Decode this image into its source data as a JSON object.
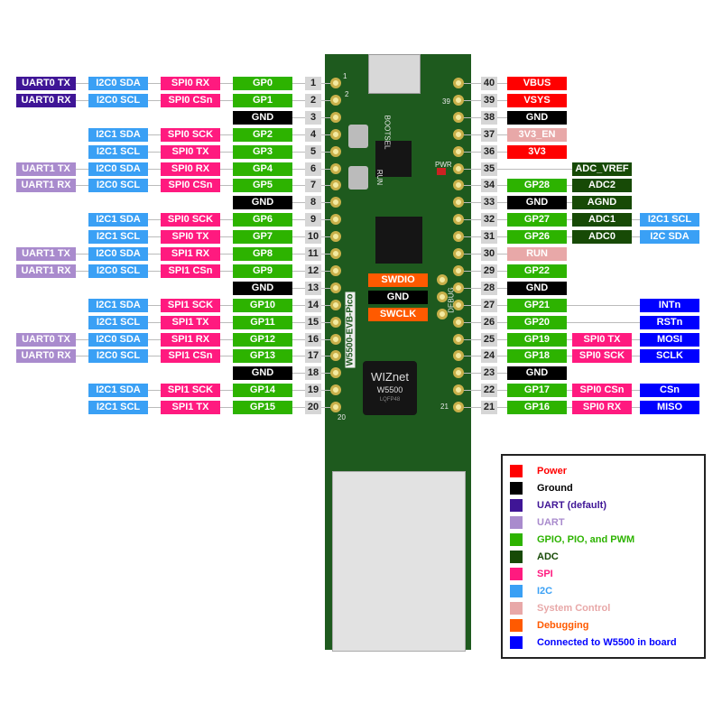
{
  "colors": {
    "power": "#ff0000",
    "ground": "#000000",
    "uart_default": "#3f1596",
    "uart": "#a98bcd",
    "gpio": "#2db300",
    "adc": "#174a06",
    "spi": "#ff1a7f",
    "i2c": "#3aa0f5",
    "system": "#e8a8a8",
    "debug": "#ff5a00",
    "w5500": "#0000ff"
  },
  "left_pins": [
    {
      "num": "1",
      "cells": [
        [
          "UART0 TX",
          "uart_default"
        ],
        [
          "I2C0 SDA",
          "i2c"
        ],
        [
          "SPI0 RX",
          "spi"
        ],
        [
          "GP0",
          "gpio"
        ]
      ]
    },
    {
      "num": "2",
      "cells": [
        [
          "UART0 RX",
          "uart_default"
        ],
        [
          "I2C0 SCL",
          "i2c"
        ],
        [
          "SPI0 CSn",
          "spi"
        ],
        [
          "GP1",
          "gpio"
        ]
      ]
    },
    {
      "num": "3",
      "cells": [
        null,
        null,
        null,
        [
          "GND",
          "ground"
        ]
      ]
    },
    {
      "num": "4",
      "cells": [
        null,
        [
          "I2C1 SDA",
          "i2c"
        ],
        [
          "SPI0 SCK",
          "spi"
        ],
        [
          "GP2",
          "gpio"
        ]
      ]
    },
    {
      "num": "5",
      "cells": [
        null,
        [
          "I2C1 SCL",
          "i2c"
        ],
        [
          "SPI0 TX",
          "spi"
        ],
        [
          "GP3",
          "gpio"
        ]
      ]
    },
    {
      "num": "6",
      "cells": [
        [
          "UART1 TX",
          "uart"
        ],
        [
          "I2C0 SDA",
          "i2c"
        ],
        [
          "SPI0 RX",
          "spi"
        ],
        [
          "GP4",
          "gpio"
        ]
      ]
    },
    {
      "num": "7",
      "cells": [
        [
          "UART1 RX",
          "uart"
        ],
        [
          "I2C0 SCL",
          "i2c"
        ],
        [
          "SPI0 CSn",
          "spi"
        ],
        [
          "GP5",
          "gpio"
        ]
      ]
    },
    {
      "num": "8",
      "cells": [
        null,
        null,
        null,
        [
          "GND",
          "ground"
        ]
      ]
    },
    {
      "num": "9",
      "cells": [
        null,
        [
          "I2C1 SDA",
          "i2c"
        ],
        [
          "SPI0 SCK",
          "spi"
        ],
        [
          "GP6",
          "gpio"
        ]
      ]
    },
    {
      "num": "10",
      "cells": [
        null,
        [
          "I2C1 SCL",
          "i2c"
        ],
        [
          "SPI0 TX",
          "spi"
        ],
        [
          "GP7",
          "gpio"
        ]
      ]
    },
    {
      "num": "11",
      "cells": [
        [
          "UART1 TX",
          "uart"
        ],
        [
          "I2C0 SDA",
          "i2c"
        ],
        [
          "SPI1 RX",
          "spi"
        ],
        [
          "GP8",
          "gpio"
        ]
      ]
    },
    {
      "num": "12",
      "cells": [
        [
          "UART1 RX",
          "uart"
        ],
        [
          "I2C0 SCL",
          "i2c"
        ],
        [
          "SPI1 CSn",
          "spi"
        ],
        [
          "GP9",
          "gpio"
        ]
      ]
    },
    {
      "num": "13",
      "cells": [
        null,
        null,
        null,
        [
          "GND",
          "ground"
        ]
      ]
    },
    {
      "num": "14",
      "cells": [
        null,
        [
          "I2C1 SDA",
          "i2c"
        ],
        [
          "SPI1 SCK",
          "spi"
        ],
        [
          "GP10",
          "gpio"
        ]
      ]
    },
    {
      "num": "15",
      "cells": [
        null,
        [
          "I2C1 SCL",
          "i2c"
        ],
        [
          "SPI1 TX",
          "spi"
        ],
        [
          "GP11",
          "gpio"
        ]
      ]
    },
    {
      "num": "16",
      "cells": [
        [
          "UART0 TX",
          "uart"
        ],
        [
          "I2C0 SDA",
          "i2c"
        ],
        [
          "SPI1 RX",
          "spi"
        ],
        [
          "GP12",
          "gpio"
        ]
      ]
    },
    {
      "num": "17",
      "cells": [
        [
          "UART0 RX",
          "uart"
        ],
        [
          "I2C0 SCL",
          "i2c"
        ],
        [
          "SPI1 CSn",
          "spi"
        ],
        [
          "GP13",
          "gpio"
        ]
      ]
    },
    {
      "num": "18",
      "cells": [
        null,
        null,
        null,
        [
          "GND",
          "ground"
        ]
      ]
    },
    {
      "num": "19",
      "cells": [
        null,
        [
          "I2C1 SDA",
          "i2c"
        ],
        [
          "SPI1 SCK",
          "spi"
        ],
        [
          "GP14",
          "gpio"
        ]
      ]
    },
    {
      "num": "20",
      "cells": [
        null,
        [
          "I2C1 SCL",
          "i2c"
        ],
        [
          "SPI1 TX",
          "spi"
        ],
        [
          "GP15",
          "gpio"
        ]
      ]
    }
  ],
  "right_pins": [
    {
      "num": "40",
      "cells": [
        [
          "VBUS",
          "power"
        ],
        null,
        null
      ]
    },
    {
      "num": "39",
      "cells": [
        [
          "VSYS",
          "power"
        ],
        null,
        null
      ]
    },
    {
      "num": "38",
      "cells": [
        [
          "GND",
          "ground"
        ],
        null,
        null
      ]
    },
    {
      "num": "37",
      "cells": [
        [
          "3V3_EN",
          "system"
        ],
        null,
        null
      ]
    },
    {
      "num": "36",
      "cells": [
        [
          "3V3",
          "power"
        ],
        null,
        null
      ]
    },
    {
      "num": "35",
      "cells": [
        null,
        [
          "ADC_VREF",
          "adc"
        ],
        null
      ]
    },
    {
      "num": "34",
      "cells": [
        [
          "GP28",
          "gpio"
        ],
        [
          "ADC2",
          "adc"
        ],
        null
      ]
    },
    {
      "num": "33",
      "cells": [
        [
          "GND",
          "ground"
        ],
        [
          "AGND",
          "adc"
        ],
        null
      ]
    },
    {
      "num": "32",
      "cells": [
        [
          "GP27",
          "gpio"
        ],
        [
          "ADC1",
          "adc"
        ],
        [
          "I2C1 SCL",
          "i2c"
        ]
      ]
    },
    {
      "num": "31",
      "cells": [
        [
          "GP26",
          "gpio"
        ],
        [
          "ADC0",
          "adc"
        ],
        [
          "I2C SDA",
          "i2c"
        ]
      ]
    },
    {
      "num": "30",
      "cells": [
        [
          "RUN",
          "system"
        ],
        null,
        null
      ]
    },
    {
      "num": "29",
      "cells": [
        [
          "GP22",
          "gpio"
        ],
        null,
        null
      ]
    },
    {
      "num": "28",
      "cells": [
        [
          "GND",
          "ground"
        ],
        null,
        null
      ]
    },
    {
      "num": "27",
      "cells": [
        [
          "GP21",
          "gpio"
        ],
        null,
        [
          "INTn",
          "w5500"
        ]
      ]
    },
    {
      "num": "26",
      "cells": [
        [
          "GP20",
          "gpio"
        ],
        null,
        [
          "RSTn",
          "w5500"
        ]
      ]
    },
    {
      "num": "25",
      "cells": [
        [
          "GP19",
          "gpio"
        ],
        [
          "SPI0 TX",
          "spi"
        ],
        [
          "MOSI",
          "w5500"
        ]
      ]
    },
    {
      "num": "24",
      "cells": [
        [
          "GP18",
          "gpio"
        ],
        [
          "SPI0 SCK",
          "spi"
        ],
        [
          "SCLK",
          "w5500"
        ]
      ]
    },
    {
      "num": "23",
      "cells": [
        [
          "GND",
          "ground"
        ],
        null,
        null
      ]
    },
    {
      "num": "22",
      "cells": [
        [
          "GP17",
          "gpio"
        ],
        [
          "SPI0 CSn",
          "spi"
        ],
        [
          "CSn",
          "w5500"
        ]
      ]
    },
    {
      "num": "21",
      "cells": [
        [
          "GP16",
          "gpio"
        ],
        [
          "SPI0 RX",
          "spi"
        ],
        [
          "MISO",
          "w5500"
        ]
      ]
    }
  ],
  "board": {
    "name": "W5500-EVB-Pico",
    "bootsel": "BOOTSEL",
    "run": "RUN",
    "debug": "DEBUG",
    "pwr": "PWR",
    "chip_brand": "WIZnet",
    "chip_model": "W5500",
    "chip_package": "LQFP48",
    "corner_1": "1",
    "corner_2": "2",
    "corner_39": "39",
    "corner_20": "20",
    "corner_21": "21",
    "debug_pins": [
      [
        "SWDIO",
        "debug"
      ],
      [
        "GND",
        "ground"
      ],
      [
        "SWCLK",
        "debug"
      ]
    ]
  },
  "legend": [
    [
      "Power",
      "power"
    ],
    [
      "Ground",
      "ground"
    ],
    [
      "UART  (default)",
      "uart_default"
    ],
    [
      "UART",
      "uart"
    ],
    [
      "GPIO, PIO, and PWM",
      "gpio"
    ],
    [
      "ADC",
      "adc"
    ],
    [
      "SPI",
      "spi"
    ],
    [
      "I2C",
      "i2c"
    ],
    [
      "System Control",
      "system"
    ],
    [
      "Debugging",
      "debug"
    ],
    [
      "Connected to W5500 in board",
      "w5500"
    ]
  ]
}
